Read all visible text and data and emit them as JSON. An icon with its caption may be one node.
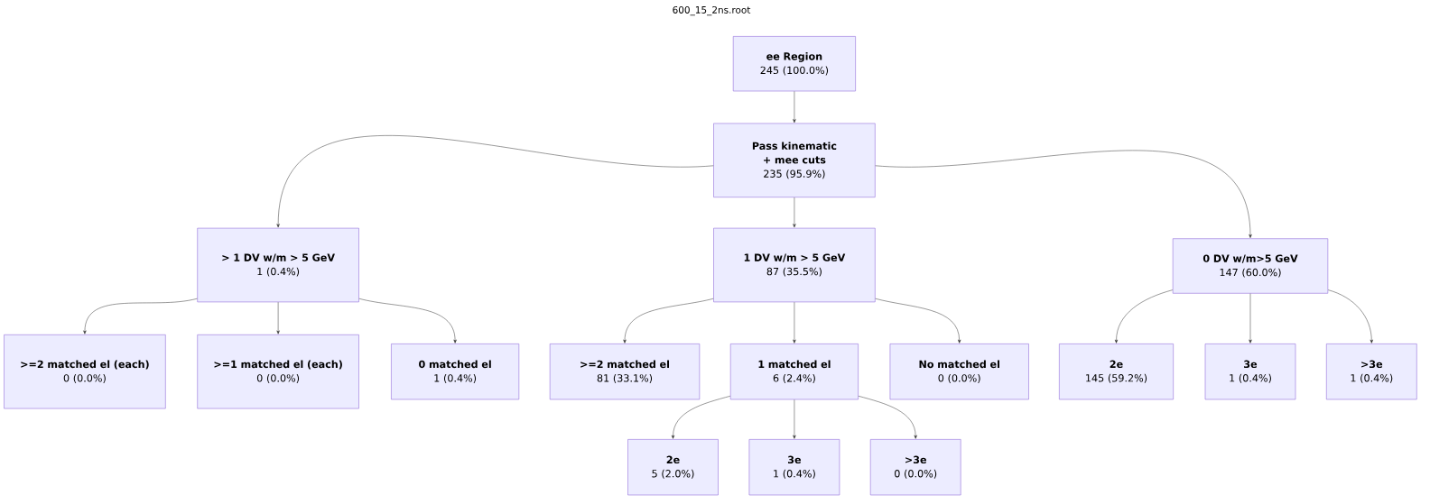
{
  "diagram": {
    "title": "600_15_2ns.root",
    "nodes": [
      {
        "text": [
          "ee Region",
          "245 (100.0%)"
        ]
      },
      {
        "text": [
          "Pass kinematic + mee cuts",
          "235 (95.9%)"
        ]
      },
      {
        "text": [
          "> 1 DV w/m > 5 GeV",
          "1 (0.4%)"
        ]
      },
      {
        "text": [
          "1 DV w/m > 5 GeV",
          "87 (35.5%)"
        ]
      },
      {
        "text": [
          "0 DV w/m>5 GeV",
          "147 (60.0%)"
        ]
      },
      {
        "text": [
          ">=2 matched el (each)",
          "0 (0.0%)"
        ]
      },
      {
        "text": [
          ">=1 matched el (each)",
          "0 (0.0%)"
        ]
      },
      {
        "text": [
          "0 matched el",
          "1 (0.4%)"
        ]
      },
      {
        "text": [
          ">=2 matched el",
          "81 (33.1%)"
        ]
      },
      {
        "text": [
          "1 matched el",
          "6 (2.4%)"
        ]
      },
      {
        "text": [
          "No matched el",
          "0 (0.0%)"
        ]
      },
      {
        "text": [
          "2e",
          "145 (59.2%)"
        ]
      },
      {
        "text": [
          "3e",
          "1 (0.4%)"
        ]
      },
      {
        "text": [
          ">3e",
          "1 (0.4%)"
        ]
      },
      {
        "text": [
          "2e",
          "5 (2.0%)"
        ]
      },
      {
        "text": [
          "3e",
          "1 (0.4%)"
        ]
      },
      {
        "text": [
          ">3e",
          "0 (0.0%)"
        ]
      }
    ],
    "edges": [
      {
        "from": 0,
        "to": 1,
        "arrow": "to"
      },
      {
        "from": 1,
        "to": 2,
        "arrow": "to"
      },
      {
        "from": 1,
        "to": 3,
        "arrow": "to"
      },
      {
        "from": 1,
        "to": 4,
        "arrow": "to"
      },
      {
        "from": 2,
        "to": 5,
        "arrow": "to"
      },
      {
        "from": 2,
        "to": 6,
        "arrow": "to"
      },
      {
        "from": 2,
        "to": 7,
        "arrow": "to"
      },
      {
        "from": 3,
        "to": 8,
        "arrow": "to"
      },
      {
        "from": 3,
        "to": 9,
        "arrow": "to"
      },
      {
        "from": 3,
        "to": 10,
        "arrow": "to"
      },
      {
        "from": 4,
        "to": 11,
        "arrow": "to"
      },
      {
        "from": 4,
        "to": 12,
        "arrow": "to"
      },
      {
        "from": 4,
        "to": 13,
        "arrow": "to"
      },
      {
        "from": 9,
        "to": 14,
        "arrow": "to"
      },
      {
        "from": 9,
        "to": 15,
        "arrow": "to"
      },
      {
        "from": 9,
        "to": 16,
        "arrow": "to"
      }
    ]
  }
}
